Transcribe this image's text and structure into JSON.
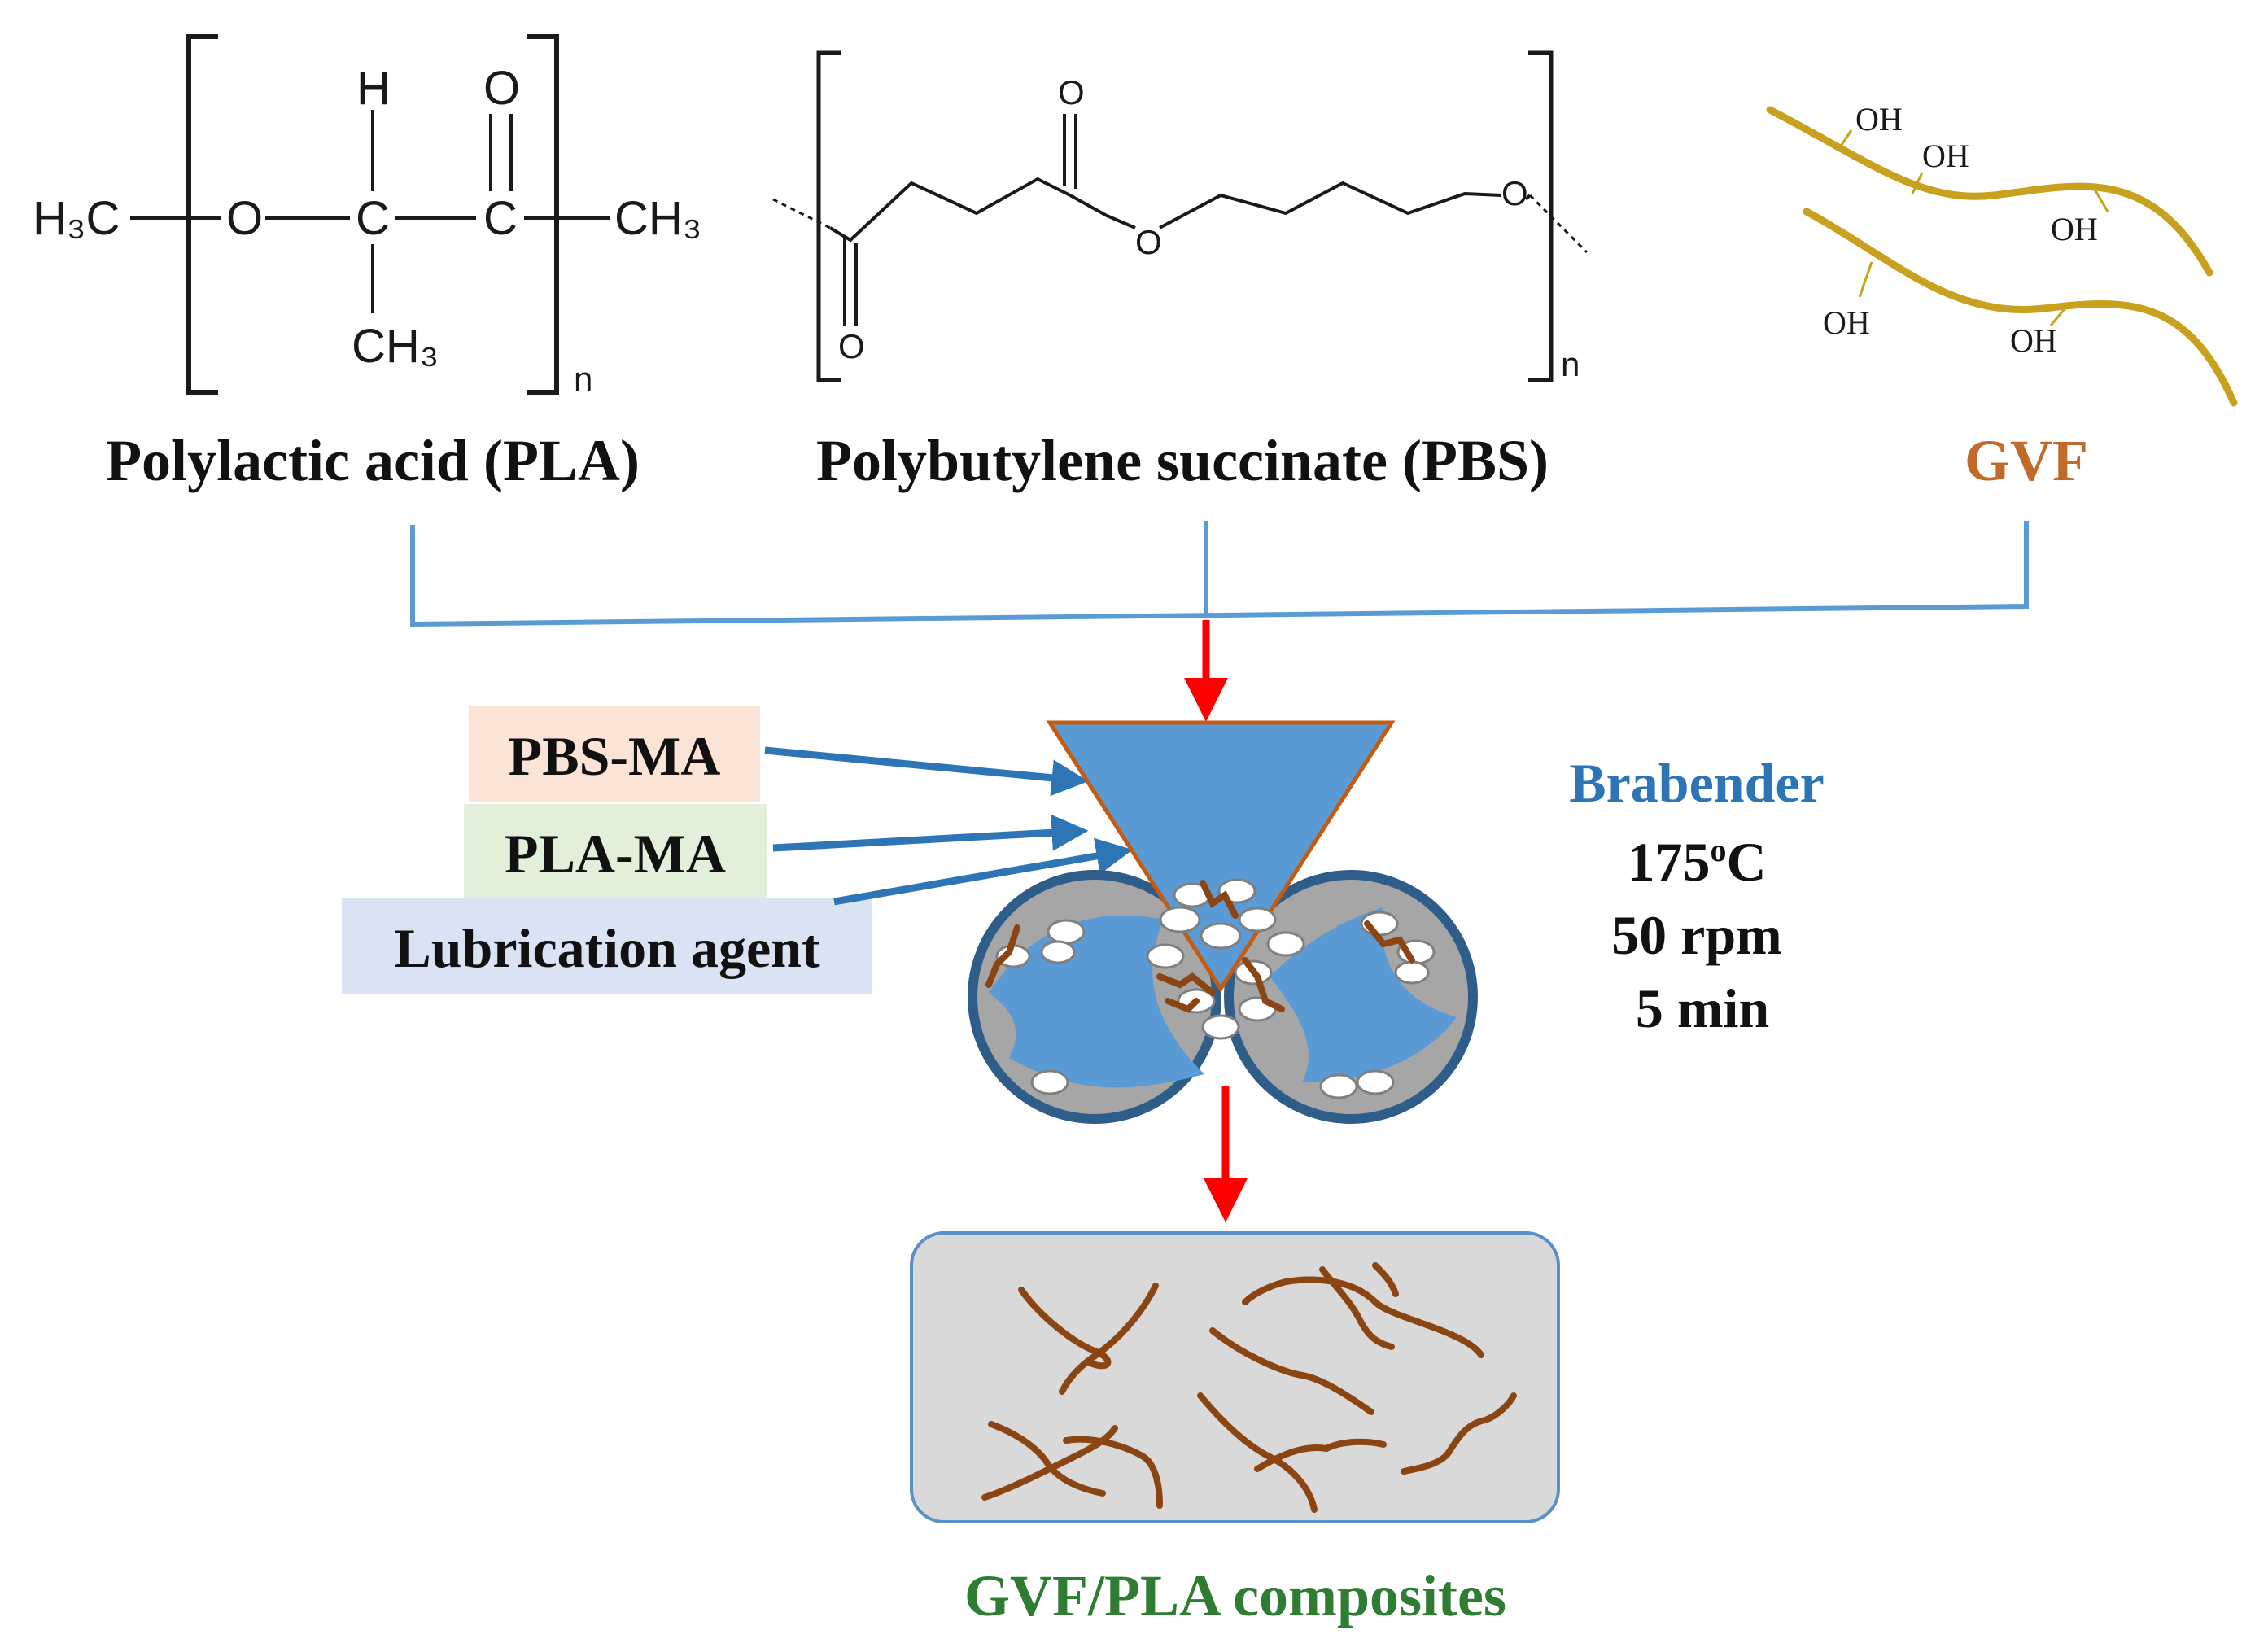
{
  "pla": {
    "title": "Polylactic acid (PLA)",
    "h3c_left": "H₃C",
    "o_chain": "O",
    "c_chain1": "C",
    "c_chain2": "C",
    "ch3_right": "CH₃",
    "h_top": "H",
    "o_top": "O",
    "ch3_bottom": "CH₃",
    "subscript": "n"
  },
  "pbs": {
    "title": "Polybutylene succinate (PBS)",
    "o_top": "O",
    "o_bottom": "O",
    "o_chain": "O",
    "o_right": "O",
    "subscript": "n"
  },
  "gvf": {
    "title": "GVF",
    "oh_labels": [
      "OH",
      "OH",
      "OH",
      "OH",
      "OH"
    ],
    "fiber_color": "#c8a21e",
    "title_color": "#c06a2b"
  },
  "additives": [
    {
      "label": "PBS-MA",
      "bg": "#fbe3d6"
    },
    {
      "label": "PLA-MA",
      "bg": "#e2efda"
    },
    {
      "label": "Lubrication agent",
      "bg": "#dae3f3"
    }
  ],
  "mixer": {
    "name": "Brabender",
    "name_color": "#2e75b6",
    "temperature": "175",
    "temperature_sup": "o",
    "temperature_unit": "C",
    "speed": "50 rpm",
    "time": "5 min"
  },
  "product": {
    "title": "GVF/PLA composites",
    "title_color": "#2e7d32"
  },
  "colors": {
    "connector": "#5b9bd5",
    "arrow_red": "#ff0000",
    "arrow_blue": "#2e75b6",
    "hopper_fill": "#5b9bd5",
    "hopper_stroke": "#c55a11",
    "fiber_brown": "#8b4513",
    "box_fill": "#d9d9d9"
  }
}
